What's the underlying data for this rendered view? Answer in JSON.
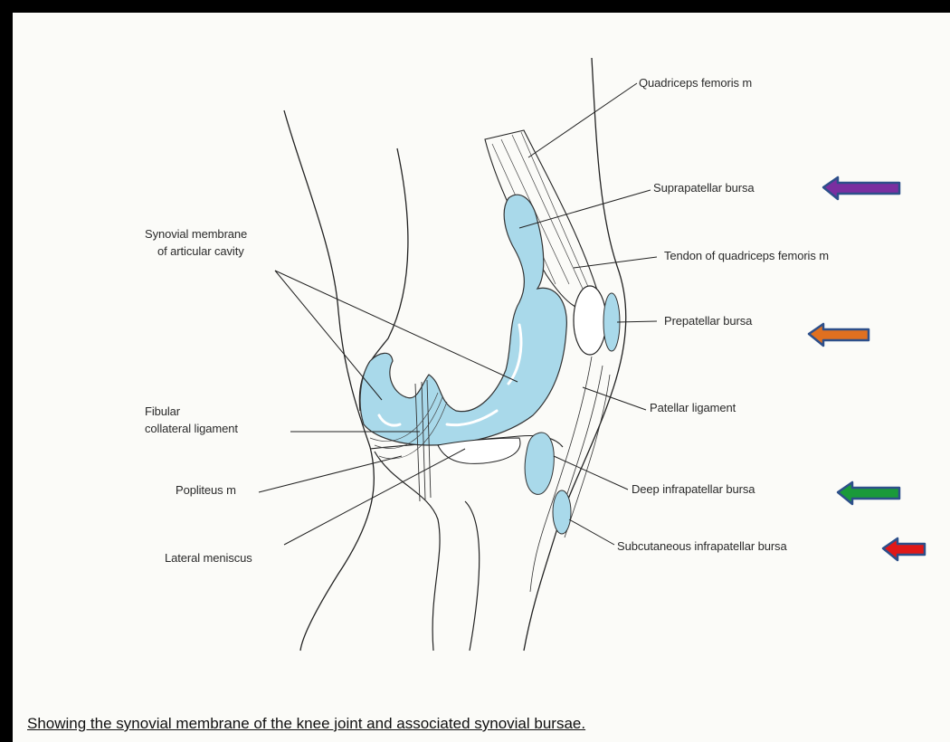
{
  "labels": {
    "quadriceps": "Quadriceps femoris m",
    "suprapatellar": "Suprapatellar bursa",
    "synovial_line1": "Synovial membrane",
    "synovial_line2": "of articular cavity",
    "tendon": "Tendon of quadriceps femoris m",
    "prepatellar": "Prepatellar bursa",
    "fibular_line1": "Fibular",
    "fibular_line2": "collateral ligament",
    "patellar_lig": "Patellar ligament",
    "popliteus": "Popliteus m",
    "deep_infra": "Deep infrapatellar bursa",
    "subcut_infra": "Subcutaneous infrapatellar bursa",
    "lateral_meniscus": "Lateral meniscus"
  },
  "caption": "Showing the synovial membrane of the knee joint and associated synovial bursae.",
  "arrows": [
    {
      "target": "suprapatellar",
      "color": "#7a2fa0"
    },
    {
      "target": "prepatellar",
      "color": "#e07020"
    },
    {
      "target": "deep_infra",
      "color": "#1a9a3a"
    },
    {
      "target": "subcut_infra",
      "color": "#e01818"
    }
  ],
  "colors": {
    "synovial_fill": "#a9d9ea",
    "arrow_outline": "#2d4f8a"
  }
}
